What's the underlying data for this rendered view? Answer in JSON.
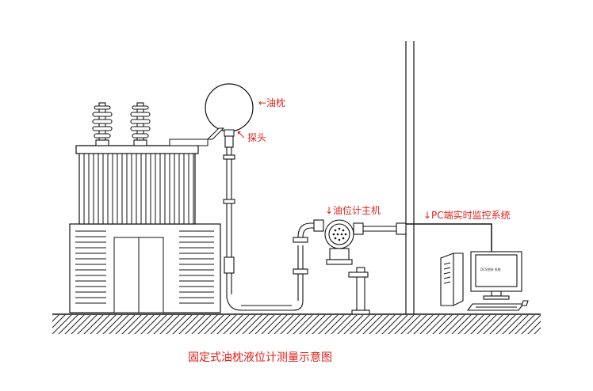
{
  "labels": {
    "conservator": "←油枕",
    "probe": "探头",
    "host": "↓油位计主机",
    "pc_system": "↓PC端实时监控系统",
    "screen_text": "DCS控制 系统"
  },
  "caption": "固定式油枕液位计测量示意图",
  "colors": {
    "label": "#e0201a",
    "line": "#111111",
    "wire": "#111111"
  }
}
